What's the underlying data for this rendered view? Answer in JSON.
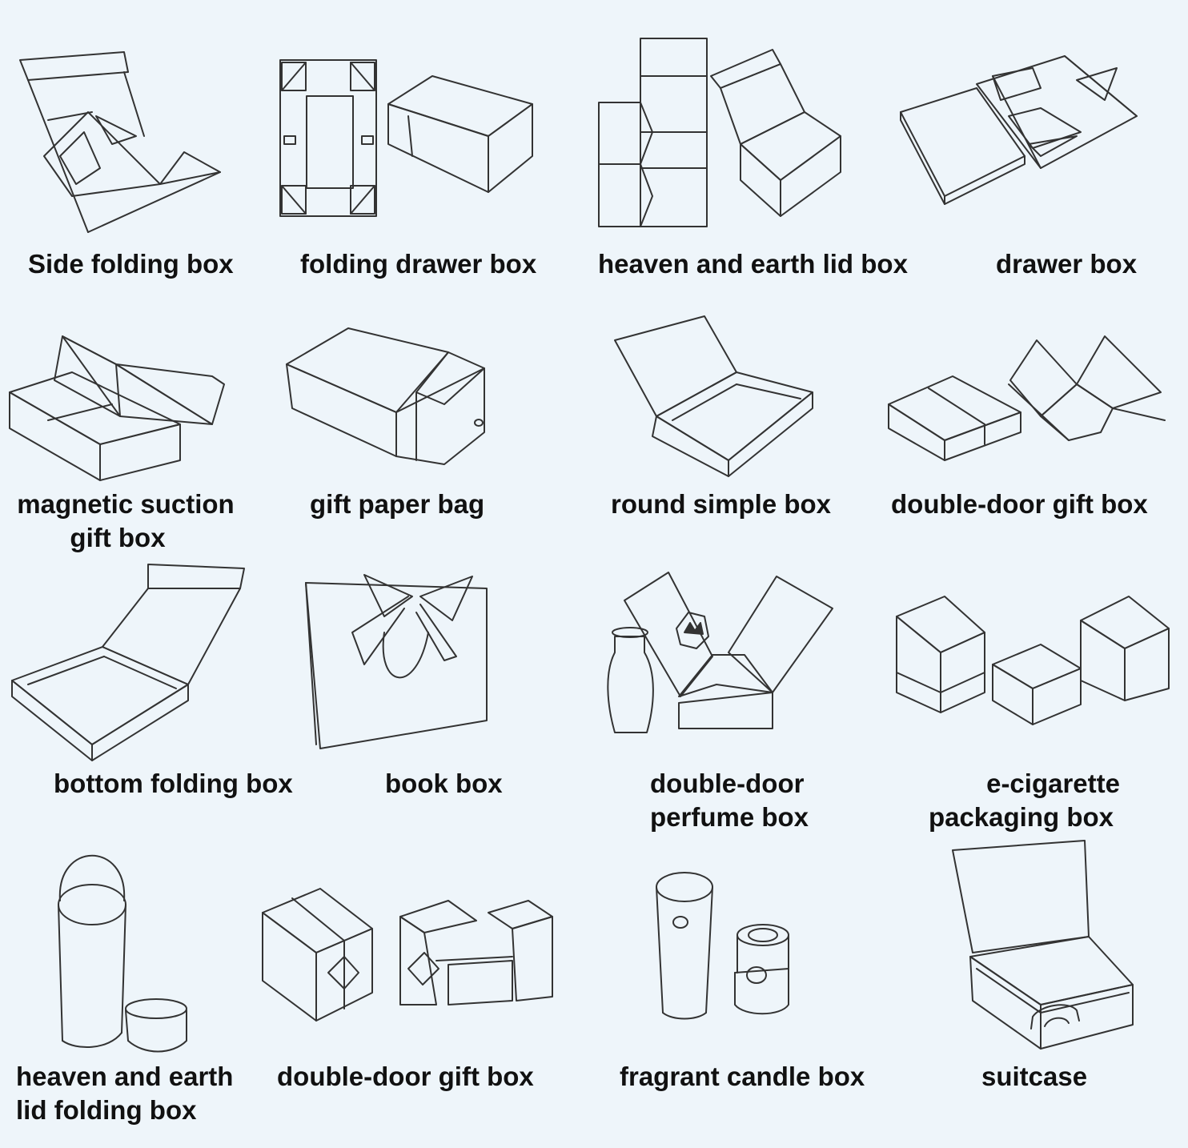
{
  "items": [
    {
      "id": "side-folding-box",
      "lines": [
        "Side folding box"
      ]
    },
    {
      "id": "folding-drawer-box",
      "lines": [
        "folding drawer box"
      ]
    },
    {
      "id": "heaven-and-earth-lid-box",
      "lines": [
        "heaven and earth lid box"
      ]
    },
    {
      "id": "drawer-box",
      "lines": [
        "drawer box"
      ]
    },
    {
      "id": "magnetic-suction-gift-box",
      "lines": [
        "magnetic suction",
        "gift box"
      ]
    },
    {
      "id": "gift-paper-bag",
      "lines": [
        "gift paper bag"
      ]
    },
    {
      "id": "round-simple-box",
      "lines": [
        "round simple box"
      ]
    },
    {
      "id": "double-door-gift-box-1",
      "lines": [
        "double-door gift box"
      ]
    },
    {
      "id": "bottom-folding-box",
      "lines": [
        "bottom folding box"
      ]
    },
    {
      "id": "book-box",
      "lines": [
        "book box"
      ]
    },
    {
      "id": "double-door-perfume-box",
      "lines": [
        "double-door",
        "perfume box"
      ]
    },
    {
      "id": "e-cigarette-packaging-box",
      "lines": [
        "e-cigarette",
        "packaging box"
      ]
    },
    {
      "id": "heaven-and-earth-lid-folding-box",
      "lines": [
        "heaven and earth",
        "lid folding box"
      ]
    },
    {
      "id": "double-door-gift-box-2",
      "lines": [
        "double-door gift box"
      ]
    },
    {
      "id": "fragrant-candle-box",
      "lines": [
        "fragrant candle box"
      ]
    },
    {
      "id": "suitcase",
      "lines": [
        "suitcase"
      ]
    }
  ]
}
